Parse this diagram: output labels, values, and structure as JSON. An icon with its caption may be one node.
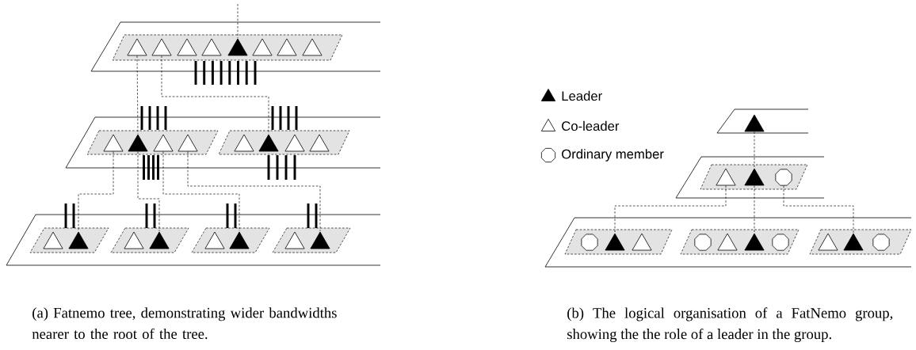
{
  "diagram": {
    "nodes": [
      {
        "text": [],
        "shape": "parallelogram"
      },
      {
        "text": [],
        "shape": "triangle",
        "in": 0
      },
      {
        "text": [],
        "shape": "triangle",
        "in": 0
      },
      {
        "text": [],
        "shape": "triangle",
        "in": 0
      },
      {
        "text": [],
        "shape": "triangle",
        "in": 0
      },
      {
        "text": [],
        "shape": "filled-triangle",
        "in": 0
      },
      {
        "text": [],
        "shape": "triangle",
        "in": 0
      },
      {
        "text": [],
        "shape": "triangle",
        "in": 0
      },
      {
        "text": [],
        "shape": "triangle",
        "in": 0
      },
      {
        "text": [],
        "shape": "parallelogram"
      },
      {
        "text": [],
        "shape": "triangle",
        "in": 9
      },
      {
        "text": [],
        "shape": "filled-triangle",
        "in": 9
      },
      {
        "text": [],
        "shape": "triangle",
        "in": 9
      },
      {
        "text": [],
        "shape": "triangle",
        "in": 9
      },
      {
        "text": [],
        "shape": "parallelogram"
      },
      {
        "text": [],
        "shape": "triangle",
        "in": 14
      },
      {
        "text": [],
        "shape": "filled-triangle",
        "in": 14
      },
      {
        "text": [],
        "shape": "triangle",
        "in": 14
      },
      {
        "text": [],
        "shape": "triangle",
        "in": 14
      },
      {
        "text": [],
        "shape": "parallelogram"
      },
      {
        "text": [],
        "shape": "triangle",
        "in": 19
      },
      {
        "text": [],
        "shape": "filled-triangle",
        "in": 19
      },
      {
        "text": [],
        "shape": "parallelogram"
      },
      {
        "text": [],
        "shape": "triangle",
        "in": 22
      },
      {
        "text": [],
        "shape": "filled-triangle",
        "in": 22
      },
      {
        "text": [],
        "shape": "parallelogram"
      },
      {
        "text": [],
        "shape": "triangle",
        "in": 25
      },
      {
        "text": [],
        "shape": "filled-triangle",
        "in": 25
      },
      {
        "text": [],
        "shape": "parallelogram"
      },
      {
        "text": [],
        "shape": "triangle",
        "in": 28
      },
      {
        "text": [],
        "shape": "filled-triangle",
        "in": 28
      },
      {
        "text": [],
        "shape": "filled-triangle"
      },
      {
        "text": [],
        "shape": "parallelogram"
      },
      {
        "text": [],
        "shape": "triangle",
        "in": 32
      },
      {
        "text": [],
        "shape": "filled-triangle",
        "in": 32
      },
      {
        "text": [],
        "shape": "octagon",
        "in": 32
      },
      {
        "text": [],
        "shape": "parallelogram"
      },
      {
        "text": [],
        "shape": "octagon",
        "in": 36
      },
      {
        "text": [],
        "shape": "filled-triangle",
        "in": 36
      },
      {
        "text": [],
        "shape": "triangle",
        "in": 36
      },
      {
        "text": [],
        "shape": "parallelogram"
      },
      {
        "text": [],
        "shape": "octagon",
        "in": 40
      },
      {
        "text": [],
        "shape": "triangle",
        "in": 40
      },
      {
        "text": [],
        "shape": "filled-triangle",
        "in": 40
      },
      {
        "text": [],
        "shape": "octagon",
        "in": 40
      },
      {
        "text": [],
        "shape": "parallelogram"
      },
      {
        "text": [],
        "shape": "triangle",
        "in": 45
      },
      {
        "text": [],
        "shape": "filled-triangle",
        "in": 45
      },
      {
        "text": [],
        "shape": "octagon",
        "in": 45
      }
    ],
    "edges": [
      {
        "from": null,
        "to": 5,
        "arrow": "none",
        "style": "dashed"
      },
      {
        "from": 1,
        "to": 11,
        "arrow": "none",
        "style": "dashed"
      },
      {
        "from": 2,
        "to": 16,
        "arrow": "none",
        "style": "dashed"
      },
      {
        "from": 10,
        "to": 21,
        "arrow": "none",
        "style": "dashed"
      },
      {
        "from": 11,
        "to": 24,
        "arrow": "none",
        "style": "dashed"
      },
      {
        "from": 12,
        "to": 27,
        "arrow": "none",
        "style": "dashed"
      },
      {
        "from": 13,
        "to": 30,
        "arrow": "none",
        "style": "dashed"
      },
      {
        "from": 31,
        "to": 34,
        "arrow": "none",
        "style": "dashed"
      },
      {
        "from": 33,
        "to": 38,
        "arrow": "none",
        "style": "dashed"
      },
      {
        "from": 34,
        "to": 43,
        "arrow": "none",
        "style": "dashed"
      },
      {
        "from": 35,
        "to": 47,
        "arrow": "none",
        "style": "dashed"
      }
    ],
    "labels": [
      "(a) Fatnemo tree, demonstrating wider bandwidths nearer to the root of the tree.",
      "(b) The logical organisation of a FatNemo group, showing the the role of a leader in the group."
    ],
    "legend": [
      {
        "text": "Leader"
      },
      {
        "text": "Co-leader"
      },
      {
        "text": "Ordinary member"
      }
    ]
  }
}
